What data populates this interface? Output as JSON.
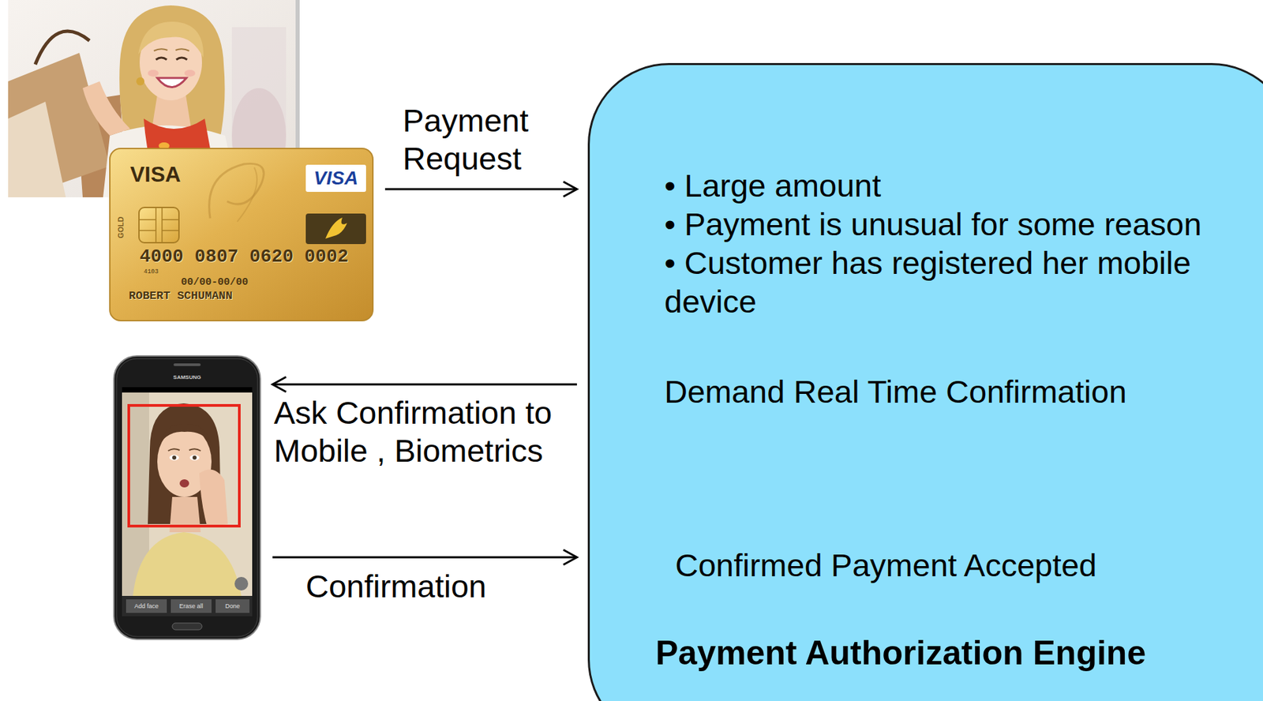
{
  "diagram": {
    "nodes": [
      {
        "text": [
          "VISA",
          "VISA",
          "GOLD",
          "4000 0807 0620 0002",
          "4103",
          "00/00-00/00",
          "ROBERT SCHUMANN"
        ]
      },
      {
        "text": [
          "SAMSUNG",
          "Add face",
          "Erase all",
          "Done"
        ]
      },
      {
        "text": [
          "• Large amount",
          "• Payment is unusual for some reason",
          "• Customer has registered her mobile device",
          "Demand Real Time Confirmation",
          "Confirmed Payment Accepted",
          "Payment Authorization Engine"
        ]
      }
    ],
    "edges": [
      {
        "from": 0,
        "to": 2,
        "arrow": "to",
        "label": "Payment Request"
      },
      {
        "from": 2,
        "to": 1,
        "arrow": "to",
        "label": "Ask Confirmation to Mobile , Biometrics"
      },
      {
        "from": 1,
        "to": 2,
        "arrow": "to",
        "label": "Confirmation"
      }
    ]
  }
}
